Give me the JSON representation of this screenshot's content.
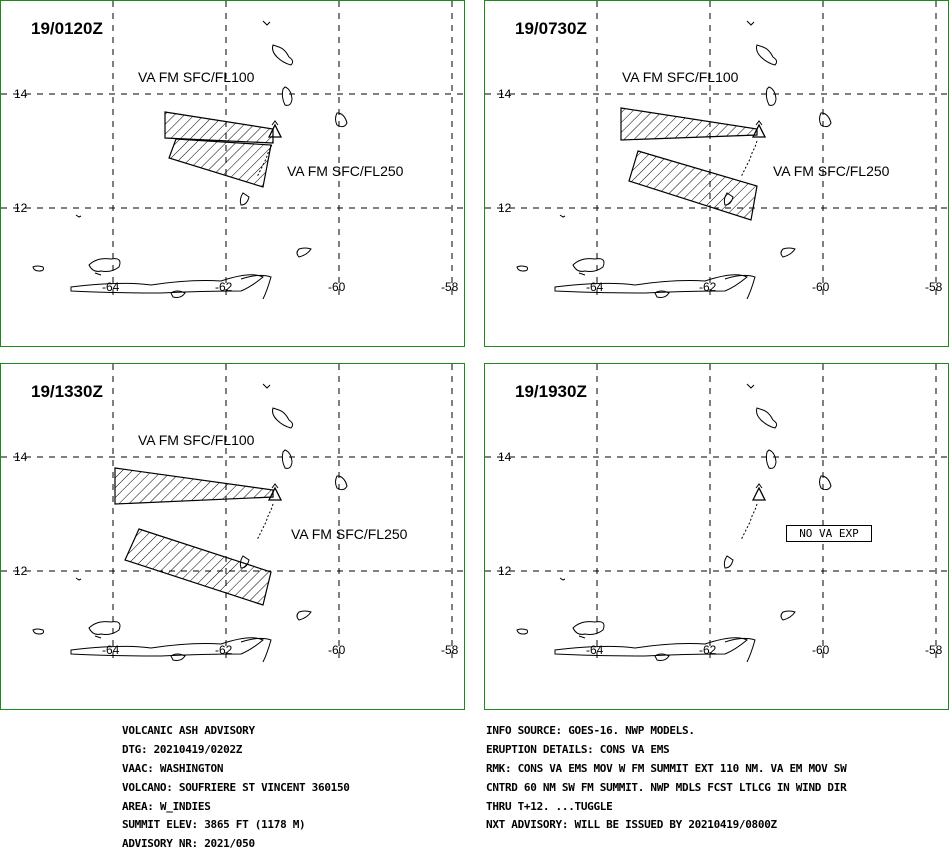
{
  "panels": [
    {
      "time": "19/0120Z",
      "label_fl100": "VA FM SFC/FL100",
      "label_fl250": "VA FM SFC/FL250"
    },
    {
      "time": "19/0730Z",
      "label_fl100": "VA FM SFC/FL100",
      "label_fl250": "VA FM SFC/FL250"
    },
    {
      "time": "19/1330Z",
      "label_fl100": "VA FM SFC/FL100",
      "label_fl250": "VA FM SFC/FL250"
    },
    {
      "time": "19/1930Z",
      "no_va": "NO VA EXP"
    }
  ],
  "lat_labels": [
    "14",
    "12"
  ],
  "lon_labels": [
    "-64",
    "-62",
    "-60",
    "-58"
  ],
  "advisory_left": [
    "VOLCANIC ASH ADVISORY",
    "DTG: 20210419/0202Z",
    "VAAC: WASHINGTON",
    "VOLCANO: SOUFRIERE ST VINCENT 360150",
    "AREA: W_INDIES",
    "SUMMIT ELEV: 3865 FT (1178 M)",
    "ADVISORY NR: 2021/050"
  ],
  "advisory_right": [
    "INFO SOURCE: GOES-16. NWP MODELS.",
    "ERUPTION DETAILS: CONS VA EMS",
    "RMK: CONS VA EMS MOV W FM SUMMIT EXT 110 NM. VA EM MOV SW",
    "CNTRD 60 NM SW FM SUMMIT. NWP MDLS FCST LTLCG IN WIND DIR",
    "THRU T+12. ...TUGGLE",
    "NXT ADVISORY: WILL BE ISSUED BY 20210419/0800Z"
  ]
}
